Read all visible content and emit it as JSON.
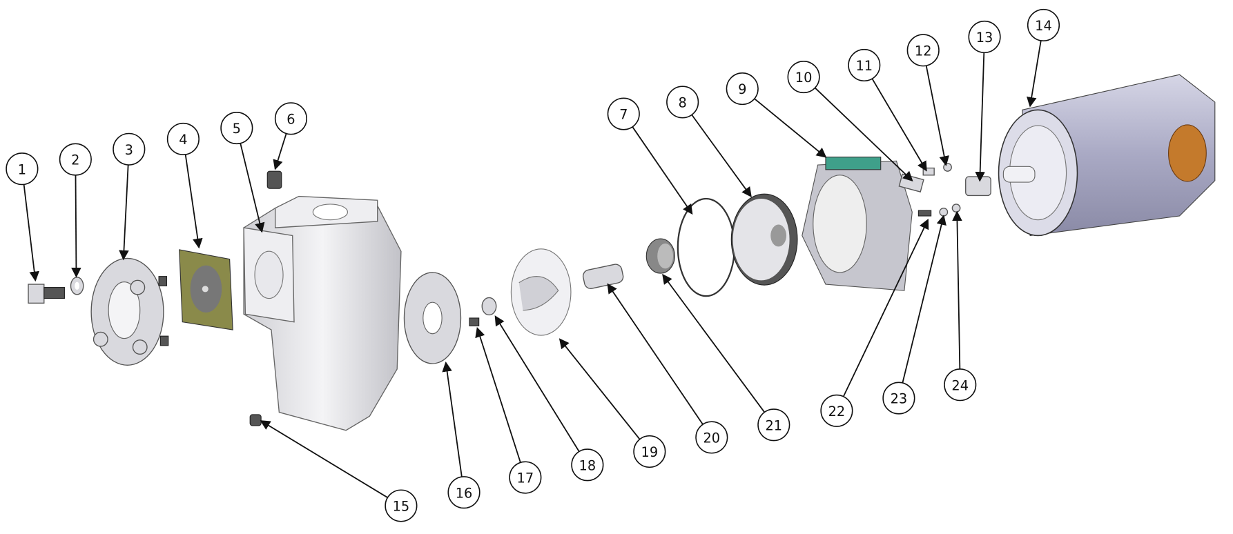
{
  "diagram": {
    "title": "Pump exploded view",
    "callouts": [
      "1",
      "2",
      "3",
      "4",
      "5",
      "6",
      "7",
      "8",
      "9",
      "10",
      "11",
      "12",
      "13",
      "14",
      "15",
      "16",
      "17",
      "18",
      "19",
      "20",
      "21",
      "22",
      "23",
      "24"
    ],
    "colors": {
      "gasket": "#8a8a4a",
      "motor_body": "#b8b8d0",
      "motor_cap": "#c47a2c",
      "bracket_accent": "#3fa08a",
      "metal": "#d9d9de"
    }
  }
}
